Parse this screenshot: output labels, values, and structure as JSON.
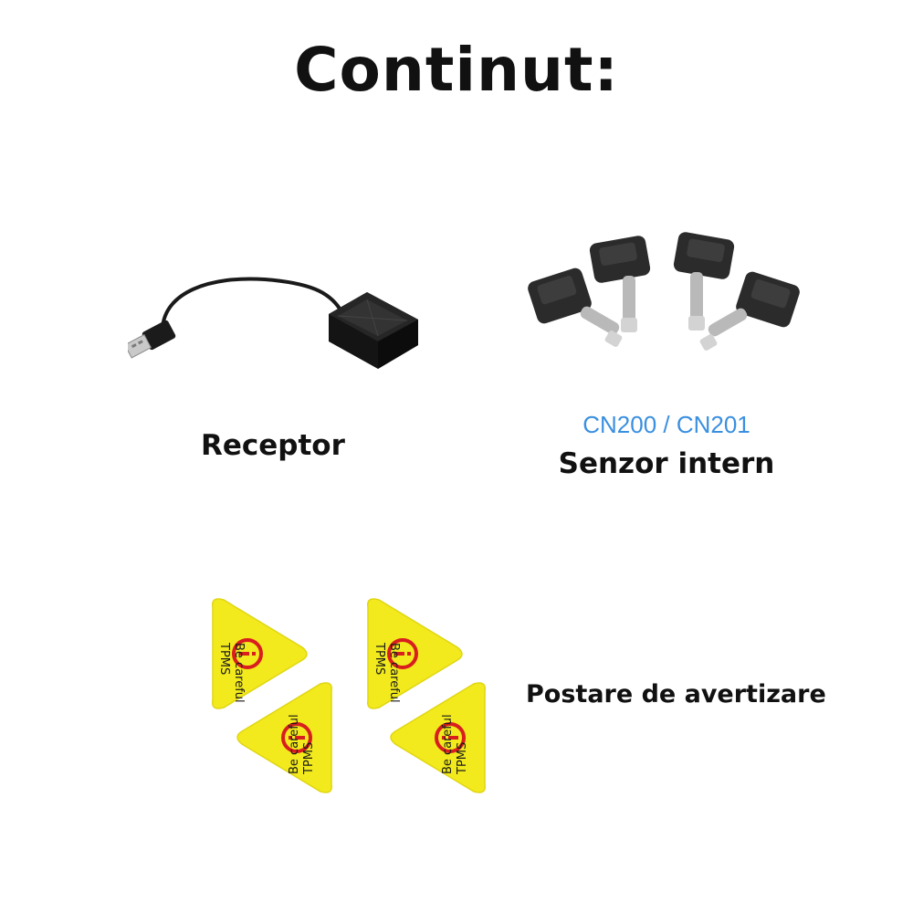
{
  "page": {
    "title": "Continut:"
  },
  "items": {
    "receptor": {
      "label": "Receptor",
      "image_icon": "usb-receiver-icon"
    },
    "sensors": {
      "model": "CN200 / CN201",
      "label": "Senzor intern",
      "image_icon": "tpms-sensor-icon"
    },
    "stickers": {
      "label": "Postare de avertizare",
      "image_icon": "warning-sticker-icon",
      "sticker_text_line1": "Be careful",
      "sticker_text_line2": "TPMS"
    }
  },
  "colors": {
    "sticker_yellow": "#f2ea1d",
    "sticker_symbol": "#d81e1e",
    "model_text": "#3a8fe0"
  }
}
